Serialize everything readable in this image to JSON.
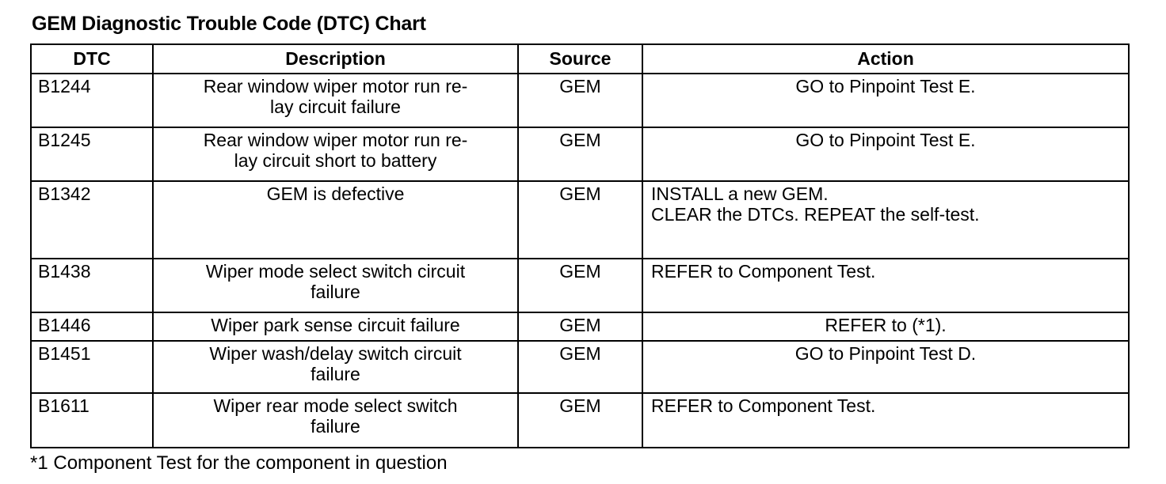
{
  "document": {
    "title": "GEM Diagnostic Trouble Code (DTC) Chart",
    "footnote": "*1 Component Test for the component in question"
  },
  "table": {
    "headers": {
      "dtc": "DTC",
      "description": "Description",
      "source": "Source",
      "action": "Action"
    },
    "rows": [
      {
        "dtc": "B1244",
        "description_lines": [
          "Rear window wiper motor run re-",
          "lay circuit failure"
        ],
        "source": "GEM",
        "action_lines": [
          "GO to Pinpoint Test E."
        ],
        "action_align": "center",
        "height": 68
      },
      {
        "dtc": "B1245",
        "description_lines": [
          "Rear window wiper motor run re-",
          "lay circuit short to battery"
        ],
        "source": "GEM",
        "action_lines": [
          "GO to Pinpoint Test E."
        ],
        "action_align": "center",
        "height": 68
      },
      {
        "dtc": "B1342",
        "description_lines": [
          "GEM is defective"
        ],
        "source": "GEM",
        "action_lines": [
          "INSTALL a new GEM.",
          "CLEAR the DTCs. REPEAT the self-test."
        ],
        "action_align": "left",
        "height": 98
      },
      {
        "dtc": "B1438",
        "description_lines": [
          "Wiper mode select switch circuit",
          "failure"
        ],
        "source": "GEM",
        "action_lines": [
          "REFER to Component Test."
        ],
        "action_align": "left",
        "height": 68
      },
      {
        "dtc": "B1446",
        "description_lines": [
          "Wiper park sense circuit failure"
        ],
        "source": "GEM",
        "action_lines": [
          "REFER to (*1)."
        ],
        "action_align": "center",
        "height": 36
      },
      {
        "dtc": "B1451",
        "description_lines": [
          "Wiper wash/delay switch circuit",
          "failure"
        ],
        "source": "GEM",
        "action_lines": [
          "GO to Pinpoint Test D."
        ],
        "action_align": "center",
        "height": 66
      },
      {
        "dtc": "B1611",
        "description_lines": [
          "Wiper rear mode select switch",
          "failure"
        ],
        "source": "GEM",
        "action_lines": [
          "REFER to Component Test."
        ],
        "action_align": "left",
        "height": 69
      }
    ]
  }
}
